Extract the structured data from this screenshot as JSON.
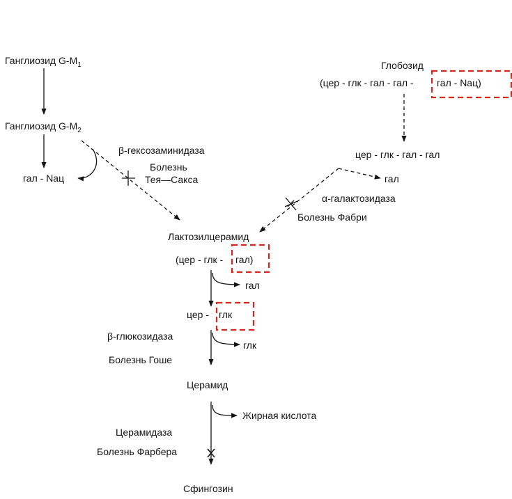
{
  "compounds": {
    "gm1_base": "Ганглиозид G-M",
    "gm1_sub": "1",
    "gm2_base": "Ганглиозид G-M",
    "gm2_sub": "2",
    "gal_nac_left": "гал - Nац",
    "globoside": "Глобозид",
    "globoside_formula_a": "(цер - глк - гал - гал -",
    "globoside_formula_b": "гал - Nац)",
    "cer_glc_gal_gal": "цер - глк - гал - гал",
    "gal_from_fabry": "гал",
    "lactosylceramide": "Лактозилцерамид",
    "lactosyl_formula_a": "(цер - глк -",
    "lactosyl_formula_b": "гал)",
    "gal_released": "гал",
    "cer_glc_a": "цер -",
    "cer_glc_b": "глк",
    "glc_released": "глк",
    "ceramide": "Церамид",
    "fatty_acid": "Жирная кислота",
    "sphingosine": "Сфингозин"
  },
  "enzymes": {
    "hexosaminidase": "β-гексозаминидаза",
    "tay_sachs_1": "Болезнь",
    "tay_sachs_2": "Тея—Сакса",
    "galactosidase": "α-галактозидаза",
    "fabry": "Болезнь Фабри",
    "glucosidase": "β-глюкозидаза",
    "gaucher": "Болезнь Гоше",
    "ceramidase": "Церамидаза",
    "farber": "Болезнь Фарбера"
  },
  "colors": {
    "ink": "#141414",
    "highlight": "#d9261c"
  }
}
